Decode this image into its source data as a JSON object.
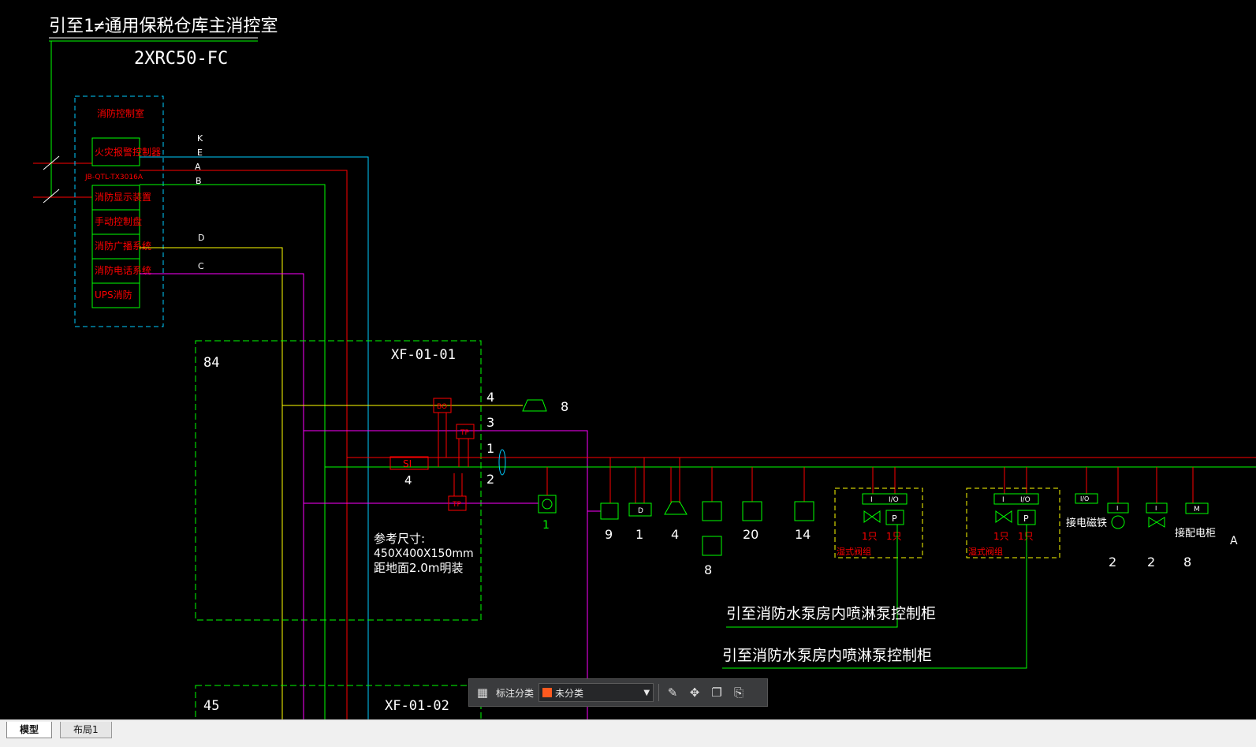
{
  "drawing": {
    "title": "引至1≠通用保税仓库主消控室",
    "cable_spec": "2XRC50-FC",
    "control_room": {
      "label": "消防控制室",
      "modules": [
        "火灾报警控制器",
        "消防显示装置",
        "手动控制盘",
        "消防广播系统",
        "消防电话系统",
        "UPS消防"
      ],
      "panel_model": "JB-QTL-TX3016A"
    },
    "line_letters": [
      "K",
      "E",
      "A",
      "B",
      "D",
      "C"
    ],
    "box1": {
      "number": "84",
      "label": "XF-01-01",
      "note1": "参考尺寸:",
      "note2": "450X400X150mm",
      "note3": "距地面2.0m明装"
    },
    "box2": {
      "number": "45",
      "label": "XF-01-02"
    },
    "modules": {
      "broadcast": "BO",
      "phone1": "TP",
      "phone2": "TP",
      "short_isolator": "SI"
    },
    "line_numbers": [
      "4",
      "3",
      "1",
      "2"
    ],
    "isolator_count": "4",
    "speaker_count": "8",
    "phone_count": "1",
    "device_counts": [
      "9",
      "1",
      "4",
      "8",
      "20",
      "14"
    ],
    "valve_groups": [
      {
        "label": "湿式阀组",
        "count1": "1只",
        "count2": "1只"
      },
      {
        "label": "湿式阀组",
        "count1": "1只",
        "count2": "1只"
      }
    ],
    "right_devices": [
      {
        "tag": "I/O",
        "label": "接电磁铁",
        "count": ""
      },
      {
        "tag": "I",
        "label": "",
        "count": "2"
      },
      {
        "tag": "I",
        "label": "",
        "count": "2"
      },
      {
        "tag": "M",
        "label": "接配电柜",
        "count": "8"
      }
    ],
    "pump_text1": "引至消防水泵房内喷淋泵控制柜",
    "pump_text2": "引至消防水泵房内喷淋泵控制柜",
    "edge_text": "A"
  },
  "toolbar": {
    "label": "标注分类",
    "select_value": "未分类",
    "select_color": "#ff5a1f"
  },
  "tabs": [
    "模型",
    "布局1"
  ]
}
